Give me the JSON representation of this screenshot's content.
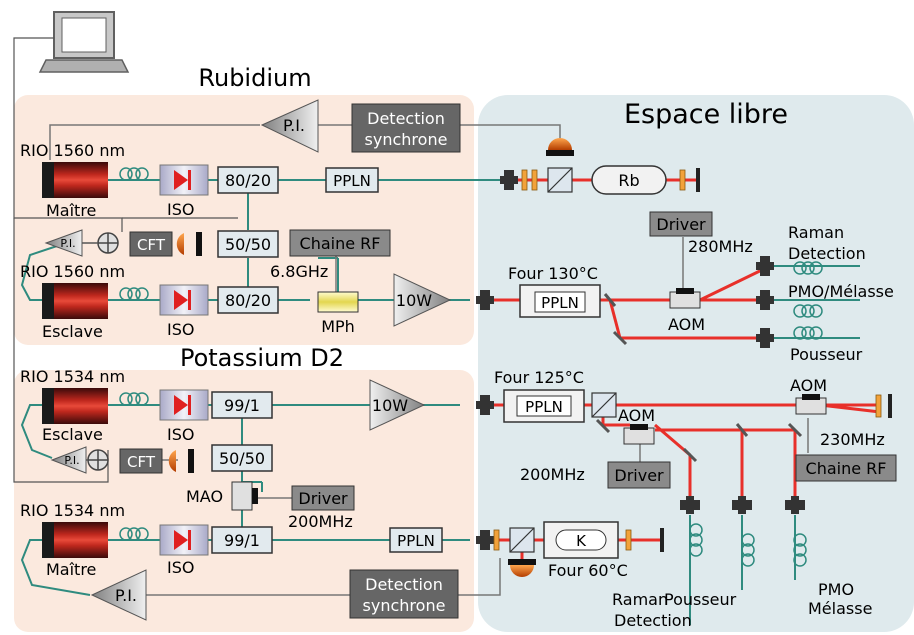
{
  "titles": {
    "rubidium": "Rubidium",
    "potassium": "Potassium D2",
    "espace": "Espace libre"
  },
  "lasers": {
    "rb_master": {
      "name": "RIO 1560 nm",
      "role": "Maître"
    },
    "rb_slave": {
      "name": "RIO 1560 nm",
      "role": "Esclave"
    },
    "k_slave": {
      "name": "RIO 1534 nm",
      "role": "Esclave"
    },
    "k_master": {
      "name": "RIO 1534 nm",
      "role": "Maître"
    }
  },
  "components": {
    "iso": "ISO",
    "pi": "P.I.",
    "cft": "CFT",
    "ppln": "PPLN",
    "rb_cell": "Rb",
    "k_cell": "K",
    "amp": "10W",
    "aom": "AOM",
    "driver": "Driver",
    "chaine_rf": "Chaine RF",
    "mph": "MPh",
    "mao": "MAO"
  },
  "couplers": {
    "c8020": "80/20",
    "c5050": "50/50",
    "c991": "99/1"
  },
  "detection": {
    "line1": "Detection",
    "line2": "synchrone"
  },
  "labels": {
    "f68": "6.8GHz",
    "f280": "280MHz",
    "f230": "230MHz",
    "f200": "200MHz",
    "four130": "Four 130°C",
    "four125": "Four 125°C",
    "four60": "Four 60°C",
    "raman": "Raman",
    "detection": "Detection",
    "pmo_melasse": "PMO/Mélasse",
    "pousseur": "Pousseur",
    "pmo": "PMO",
    "melasse": "Mélasse"
  },
  "colors": {
    "rb_bg": "#fbe9de",
    "free_bg": "#dfeaed",
    "fiber": "#2f8b7f",
    "beam": "#e8302a",
    "box": "#d9d9d9",
    "dark": "#4d4d4d"
  }
}
